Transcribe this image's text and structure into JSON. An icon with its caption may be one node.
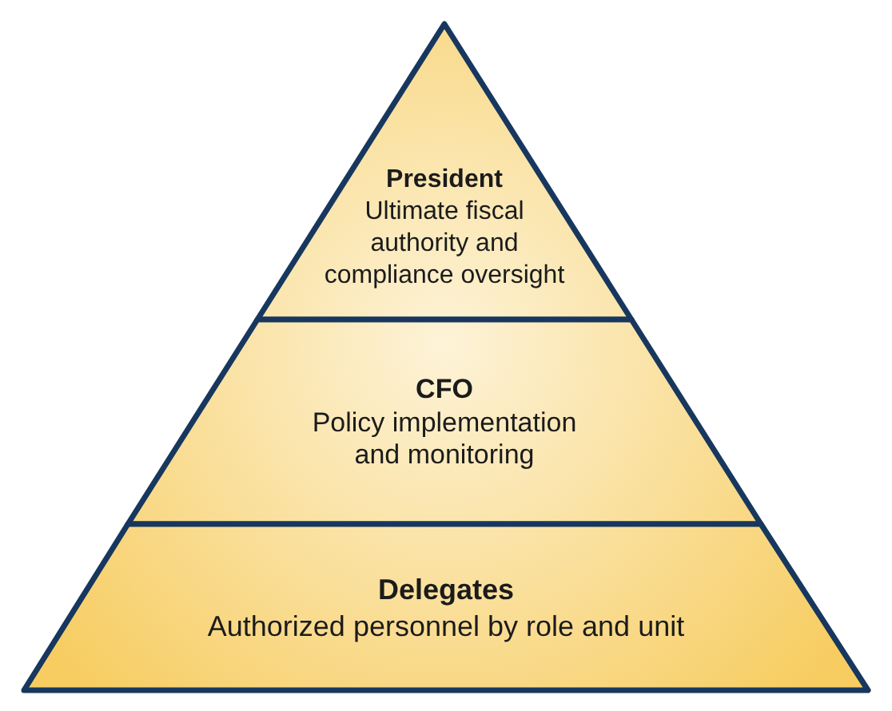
{
  "diagram": {
    "nodes": [
      {
        "text": [
          "President",
          "Ultimate fiscal authority and compliance oversight"
        ]
      },
      {
        "text": [
          "CFO",
          "Policy implementation and monitoring"
        ]
      },
      {
        "text": [
          "Delegates",
          "Authorized personnel by role and unit"
        ]
      }
    ]
  }
}
